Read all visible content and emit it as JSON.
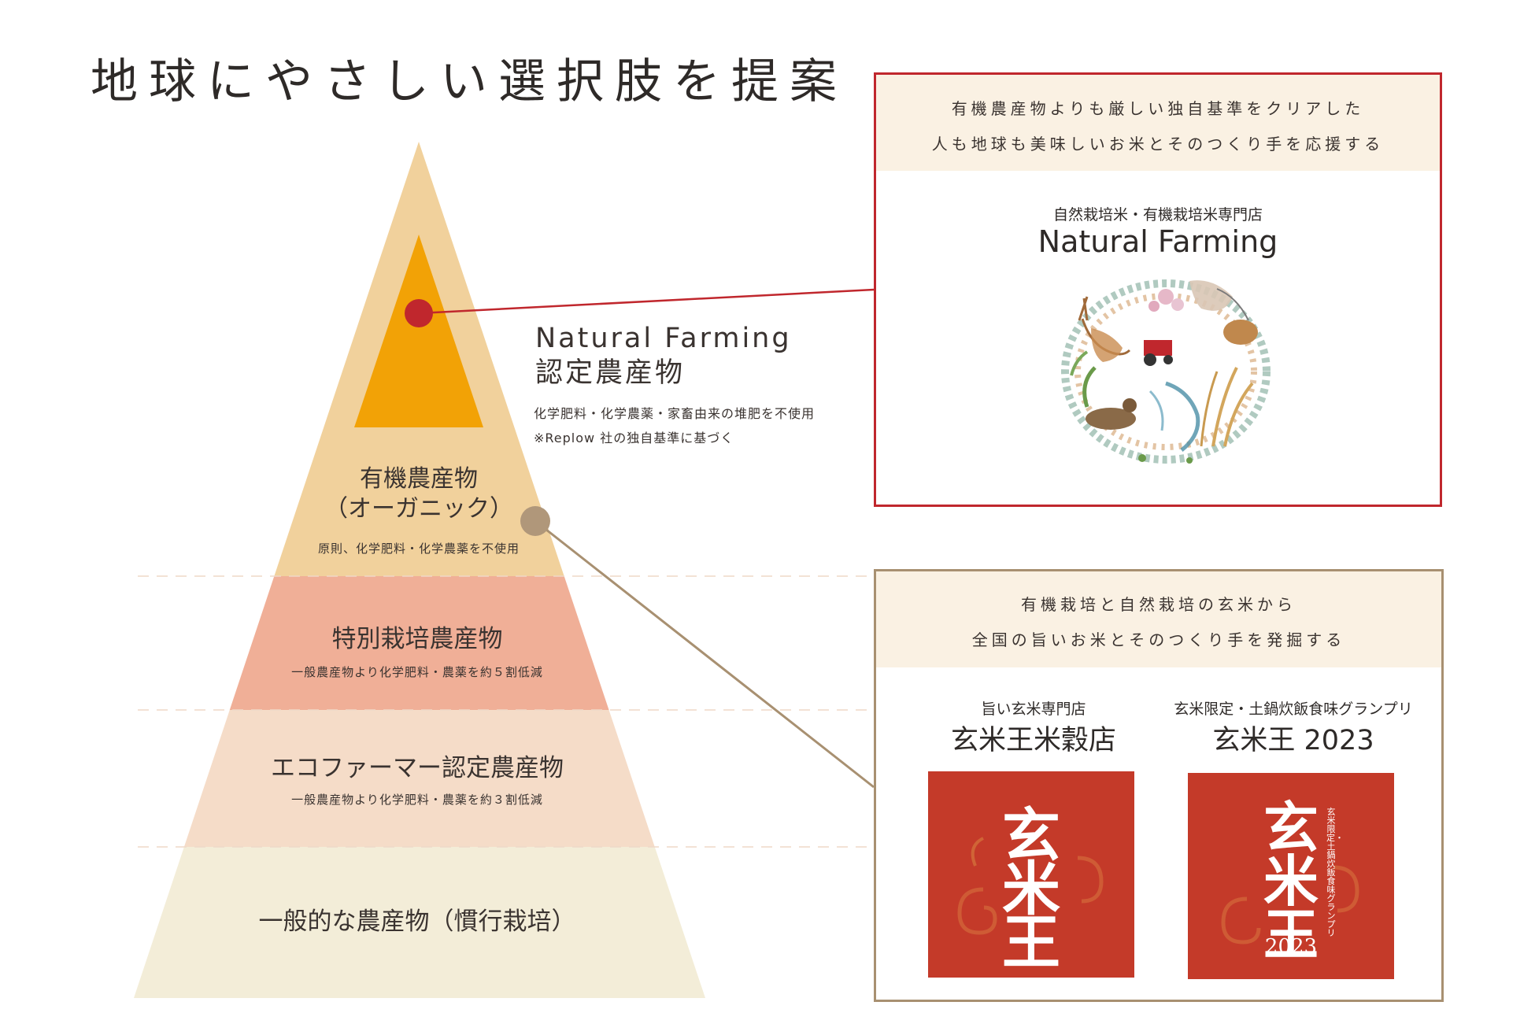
{
  "title": "地球にやさしい選択肢を提案",
  "colors": {
    "natural_farming": "#f2a206",
    "organic": "#f1d19c",
    "special": "#f0af97",
    "eco_farmer": "#f5dcc8",
    "conventional": "#f3edd8",
    "red_accent": "#c0272d",
    "tan_accent": "#a89071",
    "band_bg": "#faf1e3",
    "logo_red": "#c43a29"
  },
  "pyramid": {
    "natural_farming": {
      "label_en": "Natural Farming",
      "label_jp": "認定農産物",
      "desc_line1": "化学肥料・化学農薬・家畜由来の堆肥を不使用",
      "desc_line2": "※Replow 社の独自基準に基づく"
    },
    "organic": {
      "title_line1": "有機農産物",
      "title_line2": "（オーガニック）",
      "desc": "原則、化学肥料・化学農薬を不使用"
    },
    "special": {
      "title": "特別栽培農産物",
      "desc": "一般農産物より化学肥料・農薬を約５割低減"
    },
    "eco_farmer": {
      "title": "エコファーマー認定農産物",
      "desc": "一般農産物より化学肥料・農薬を約３割低減"
    },
    "conventional": {
      "title": "一般的な農産物（慣行栽培）"
    }
  },
  "box_top": {
    "band_line1": "有機農産物よりも厳しい独自基準をクリアした",
    "band_line2": "人も地球も美味しいお米とそのつくり手を応援する",
    "subtitle": "自然栽培米・有機栽培米専門店",
    "name": "Natural Farming",
    "illustration_icon": "nature-wreath-illustration"
  },
  "box_bottom": {
    "band_line1": "有機栽培と自然栽培の玄米から",
    "band_line2": "全国の旨いお米とそのつくり手を発掘する",
    "shop1": {
      "subtitle": "旨い玄米専門店",
      "name": "玄米王米穀店",
      "logo_text": "玄米王"
    },
    "shop2": {
      "subtitle": "玄米限定・土鍋炊飯食味グランプリ",
      "name": "玄米王 2023",
      "logo_text": "玄米王",
      "logo_vertical": "玄米限定・土鍋炊飯食味グランプリ",
      "logo_year": "2023"
    }
  }
}
